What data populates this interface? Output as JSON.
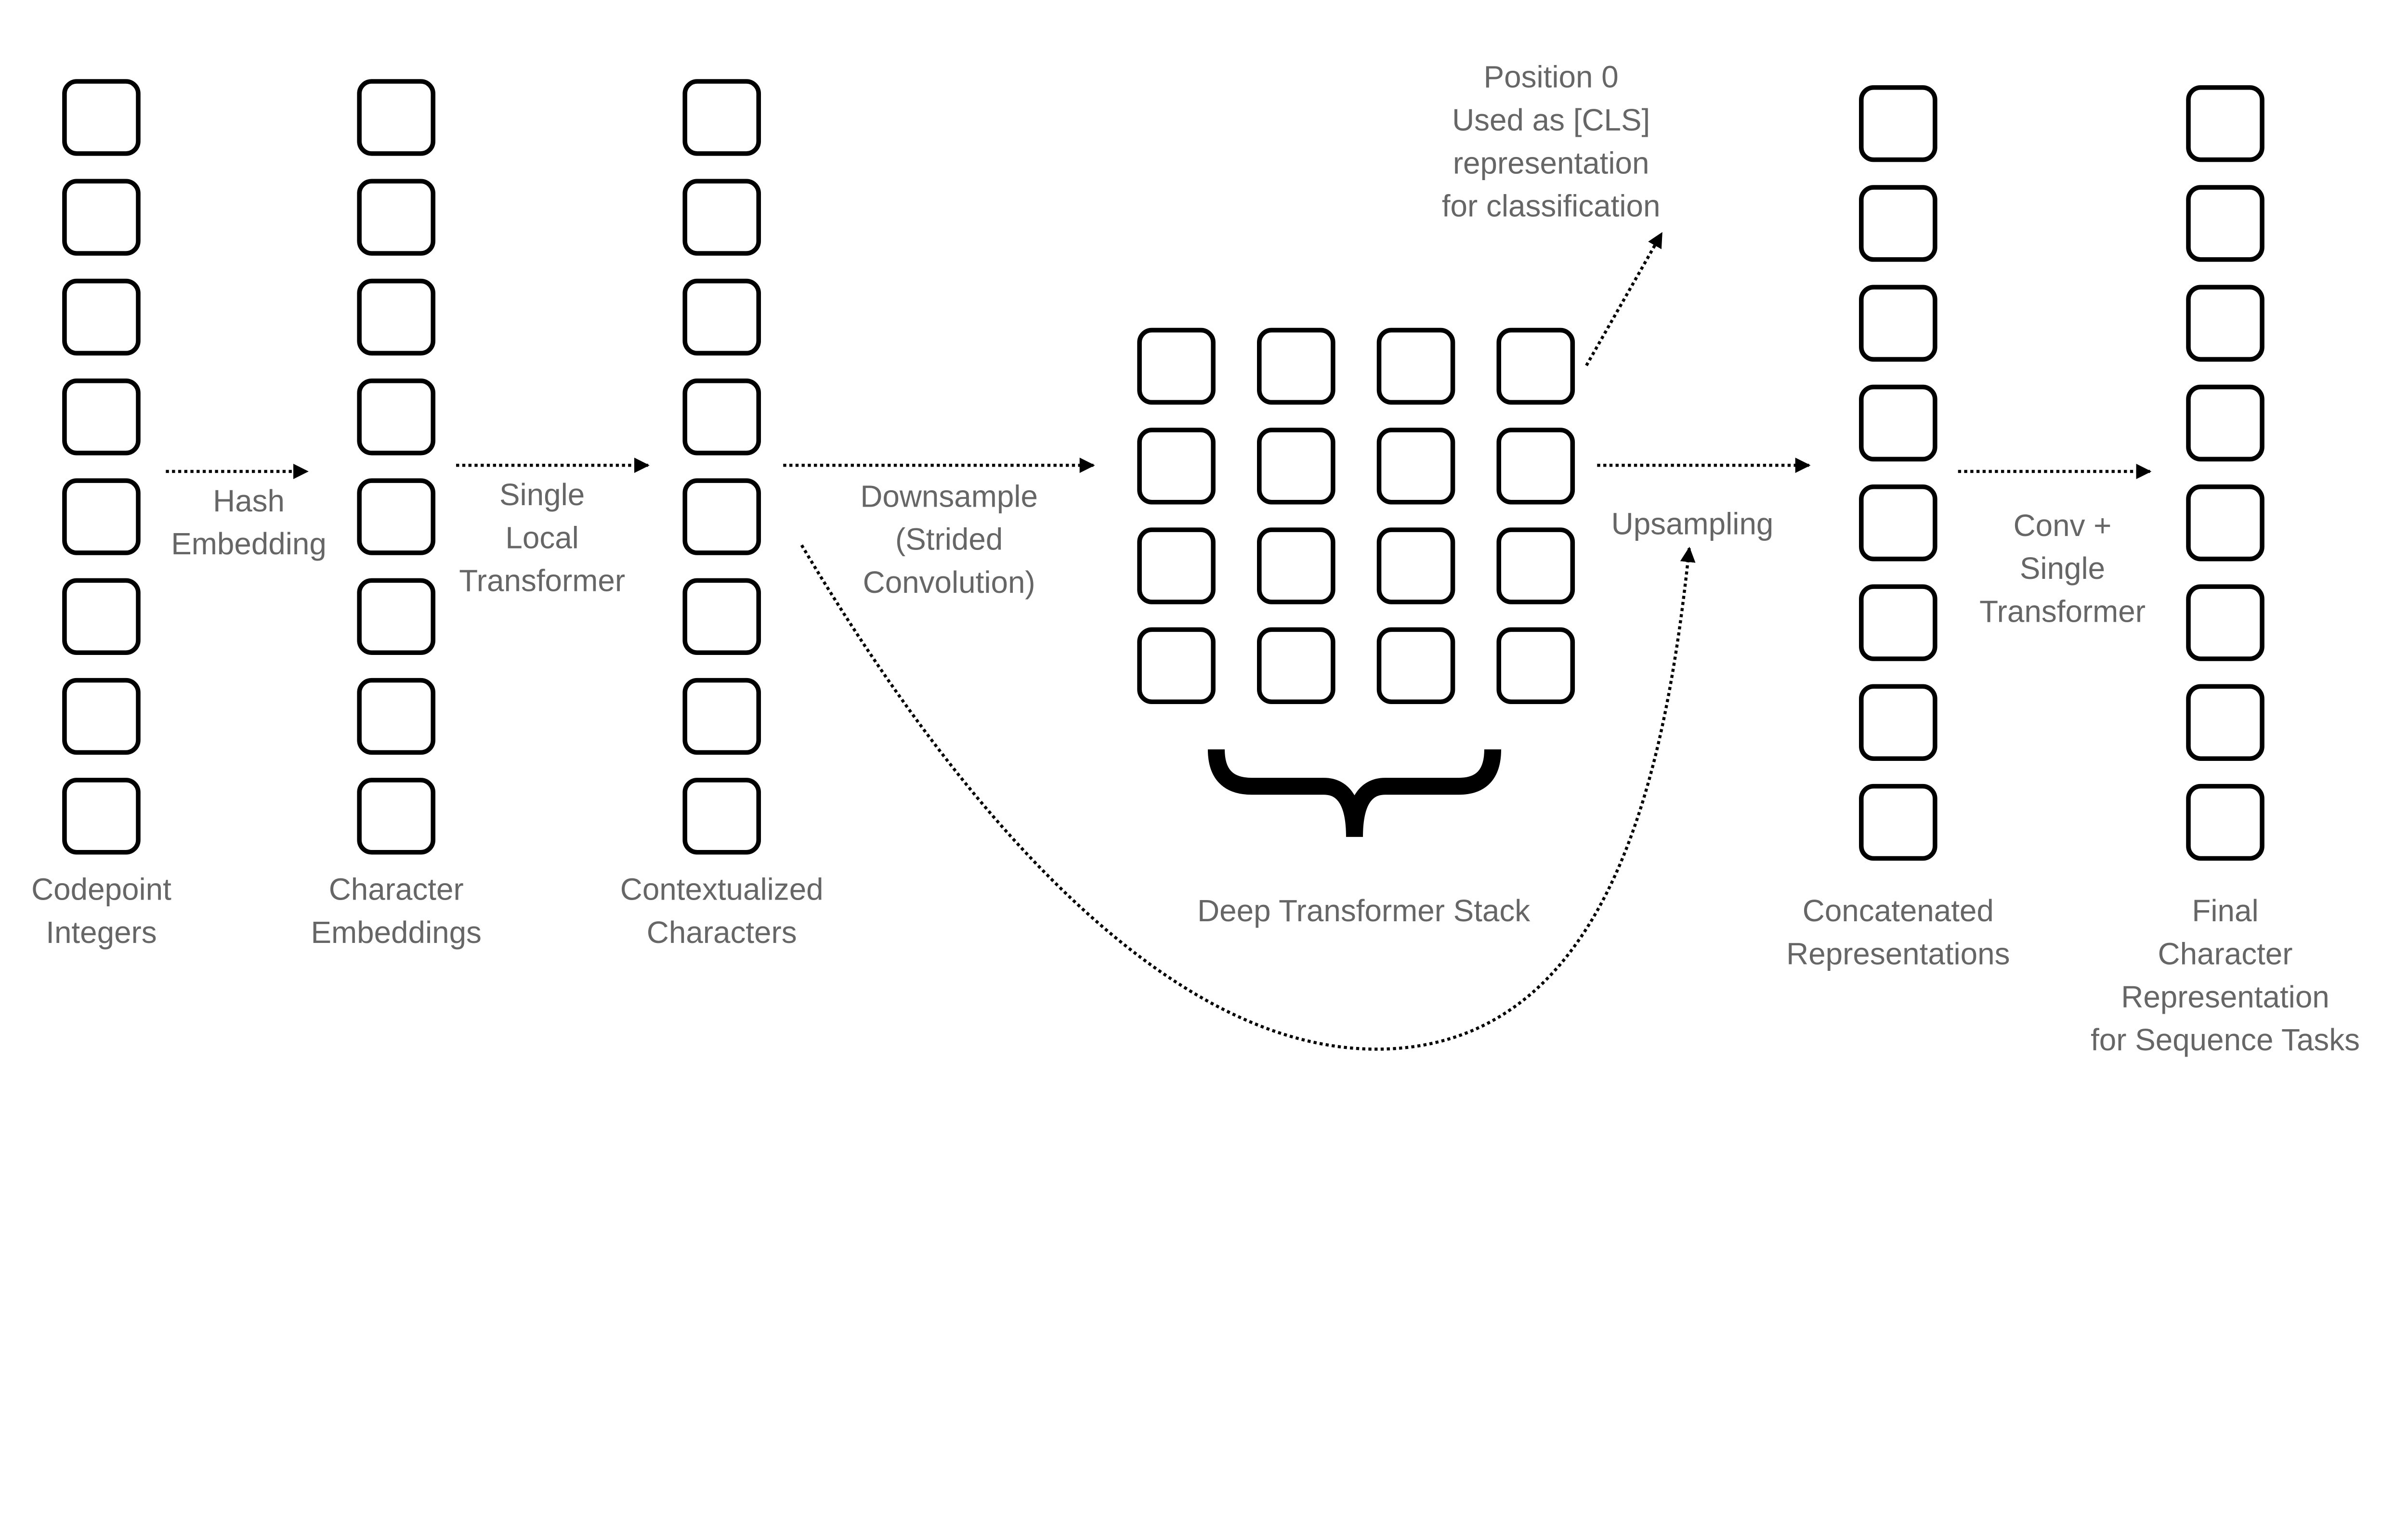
{
  "columns": [
    {
      "label": [
        "Codepoint",
        "Integers"
      ]
    },
    {
      "label": [
        "Character",
        "Embeddings"
      ]
    },
    {
      "label": [
        "Contextualized",
        "Characters"
      ]
    },
    {
      "label": [
        "Concatenated",
        "Representations"
      ]
    },
    {
      "label": [
        "Final",
        "Character",
        "Representation",
        "for Sequence Tasks"
      ]
    }
  ],
  "stack": {
    "label": [
      "Deep Transformer Stack"
    ]
  },
  "arrows": [
    {
      "label": [
        "Hash",
        "Embedding"
      ]
    },
    {
      "label": [
        "Single",
        "Local",
        "Transformer"
      ]
    },
    {
      "label": [
        "Downsample",
        "(Strided",
        "Convolution)"
      ]
    },
    {
      "label": [
        "Upsampling"
      ]
    },
    {
      "label": [
        "Conv +",
        "Single",
        "Transformer"
      ]
    }
  ],
  "cls_note": {
    "label": [
      "Position 0",
      "Used as [CLS]",
      "representation",
      "for classification"
    ]
  },
  "colors": {
    "text": "#666666",
    "stroke": "#000000",
    "background": "#ffffff"
  }
}
